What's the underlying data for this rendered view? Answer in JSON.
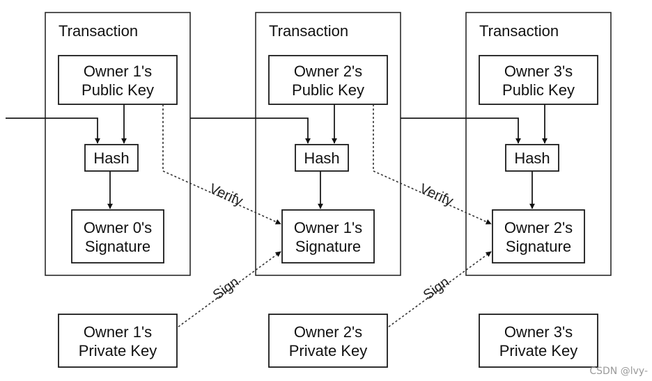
{
  "transactions": [
    {
      "title": "Transaction",
      "public_key": [
        "Owner 1's",
        "Public Key"
      ],
      "hash": "Hash",
      "signature": [
        "Owner 0's",
        "Signature"
      ]
    },
    {
      "title": "Transaction",
      "public_key": [
        "Owner 2's",
        "Public Key"
      ],
      "hash": "Hash",
      "signature": [
        "Owner 1's",
        "Signature"
      ]
    },
    {
      "title": "Transaction",
      "public_key": [
        "Owner 3's",
        "Public Key"
      ],
      "hash": "Hash",
      "signature": [
        "Owner 2's",
        "Signature"
      ]
    }
  ],
  "private_keys": [
    [
      "Owner 1's",
      "Private Key"
    ],
    [
      "Owner 2's",
      "Private Key"
    ],
    [
      "Owner 3's",
      "Private Key"
    ]
  ],
  "edge_labels": {
    "verify": "Verify",
    "sign": "Sign"
  },
  "watermark": "CSDN @lvy-"
}
